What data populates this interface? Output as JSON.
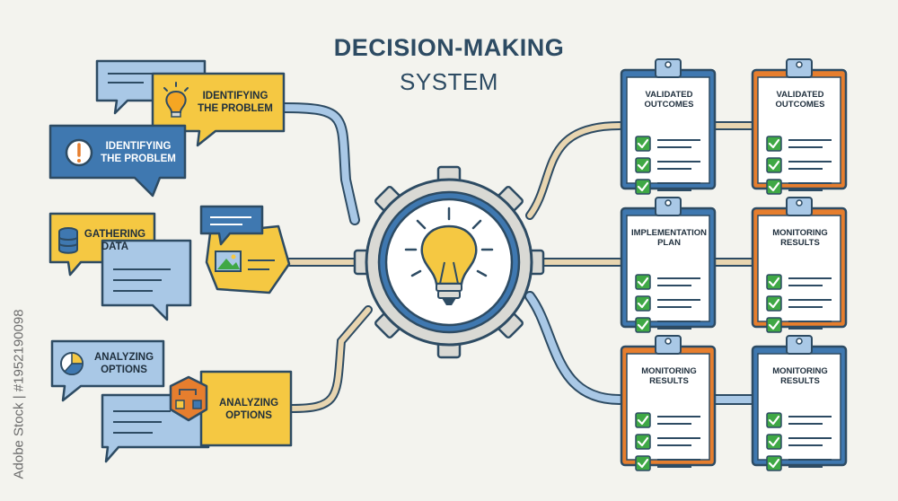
{
  "title": {
    "main": "DECISION-MAKING",
    "sub": "SYSTEM"
  },
  "watermark": "Adobe Stock | #1952190098",
  "left": [
    {
      "label": "IDENTIFYING THE PROBLEM",
      "icon": "lightbulb-icon",
      "color": "#f5c842"
    },
    {
      "label": "IDENTIFYING THE PROBLEM",
      "icon": "exclamation-icon",
      "color": "#3f78b0"
    },
    {
      "label": "GATHERING DATA",
      "icon": "database-icon",
      "color": "#f5c842"
    },
    {
      "label": "ANALYZING OPTIONS",
      "icon": "pie-chart-icon",
      "color": "#a9c8e6"
    },
    {
      "label": "ANALYZING OPTIONS",
      "icon": "flow-icon",
      "color": "#f5c842"
    }
  ],
  "clipboards": [
    {
      "label": "VALIDATED OUTCOMES",
      "border": "#3f78b0"
    },
    {
      "label": "VALIDATED OUTCOMES",
      "border": "#e67e2e"
    },
    {
      "label": "IMPLEMENTATION PLAN",
      "border": "#3f78b0"
    },
    {
      "label": "MONITORING RESULTS",
      "border": "#e67e2e"
    },
    {
      "label": "MONITORING RESULTS",
      "border": "#e67e2e"
    },
    {
      "label": "MONITORING RESULTS",
      "border": "#3f78b0"
    }
  ],
  "colors": {
    "navy": "#2d4b63",
    "blue": "#3f78b0",
    "light_blue": "#a9c8e6",
    "yellow": "#f5c842",
    "orange": "#e67e2e",
    "green": "#3fa845",
    "tan": "#e8d5b0"
  }
}
